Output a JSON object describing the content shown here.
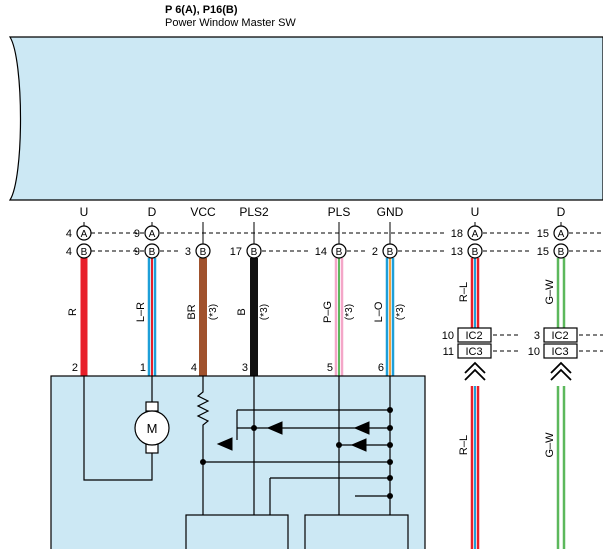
{
  "header": {
    "title": "P 6(A), P16(B)",
    "subtitle": "Power Window Master SW"
  },
  "terminals": {
    "u": "U",
    "d": "D",
    "vcc": "VCC",
    "pls2": "PLS2",
    "pls": "PLS",
    "gnd": "GND",
    "u2": "U",
    "d2": "D"
  },
  "connectors": {
    "a": "A",
    "b": "B",
    "ic2": "IC2",
    "ic3": "IC3"
  },
  "pins": {
    "u_a": "4",
    "u_b": "4",
    "d_a": "9",
    "d_b": "9",
    "vcc_b": "3",
    "pls2_b": "17",
    "pls_b": "14",
    "gnd_b": "2",
    "u2_a": "18",
    "u2_b": "13",
    "d2_a": "15",
    "d2_b": "15",
    "ic_left_top": "10",
    "ic_left_bottom": "11",
    "ic_right_top": "3",
    "ic_right_bottom": "10",
    "bottom_u": "2",
    "bottom_d": "1",
    "bottom_vcc": "4",
    "bottom_pls2": "3",
    "bottom_pls": "5",
    "bottom_gnd": "6"
  },
  "wires": {
    "r": "R",
    "lr": "L–R",
    "br": "BR",
    "b": "B",
    "pg": "P–G",
    "lo": "L–O",
    "rl": "R–L",
    "gw": "G–W",
    "rl_low": "R–L",
    "gw_low": "G–W",
    "note": "(*3)"
  },
  "motor": {
    "label": "M"
  },
  "colors": {
    "switch_fill": "#cce8f4",
    "red": "#e8202a",
    "blue": "#1e9fd8",
    "brown": "#a0522d",
    "black": "#111111",
    "pink": "#f4a6c8",
    "green": "#5cb85c",
    "orange": "#f5a23c"
  }
}
